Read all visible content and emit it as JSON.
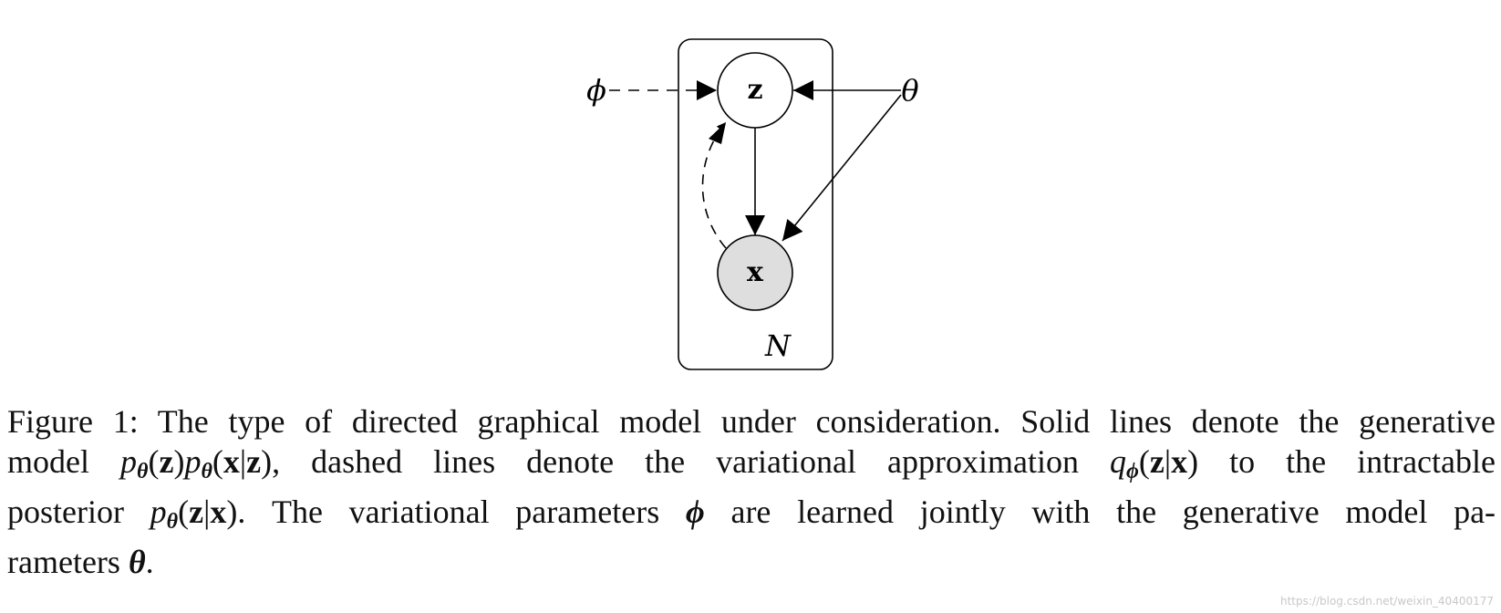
{
  "diagram": {
    "nodes": {
      "z": {
        "label": "z",
        "observed": false
      },
      "x": {
        "label": "x",
        "observed": true
      }
    },
    "params": {
      "phi": "ϕ",
      "theta": "θ"
    },
    "plate_label": "N",
    "colors": {
      "stroke": "#000000",
      "observed_fill": "#dedede",
      "latent_fill": "#ffffff"
    }
  },
  "caption": {
    "line1": "Figure 1: The type of directed graphical model under consideration. Solid lines denote the generative",
    "line2": {
      "model": "model",
      "p1": "p",
      "theta_sub": "θ",
      "z1": "z",
      "p2": "p",
      "x1": "x",
      "bar1": "|",
      "z2": "z",
      "after": "), dashed lines denote the variational approximation",
      "q": "q",
      "phi_sub": "ϕ",
      "z3": "z",
      "bar2": "|",
      "x2": "x",
      "tail": ") to the intractable"
    },
    "line3": {
      "posterior": "posterior",
      "p3": "p",
      "theta_sub": "θ",
      "z4": "z",
      "bar3": "|",
      "x3": "x",
      "mid": "). The variational parameters",
      "phi": "ϕ",
      "tail": "are learned jointly with the generative model pa-"
    },
    "line4": {
      "head": "rameters",
      "theta": "θ",
      "end": "."
    }
  },
  "watermark": "https://blog.csdn.net/weixin_40400177"
}
